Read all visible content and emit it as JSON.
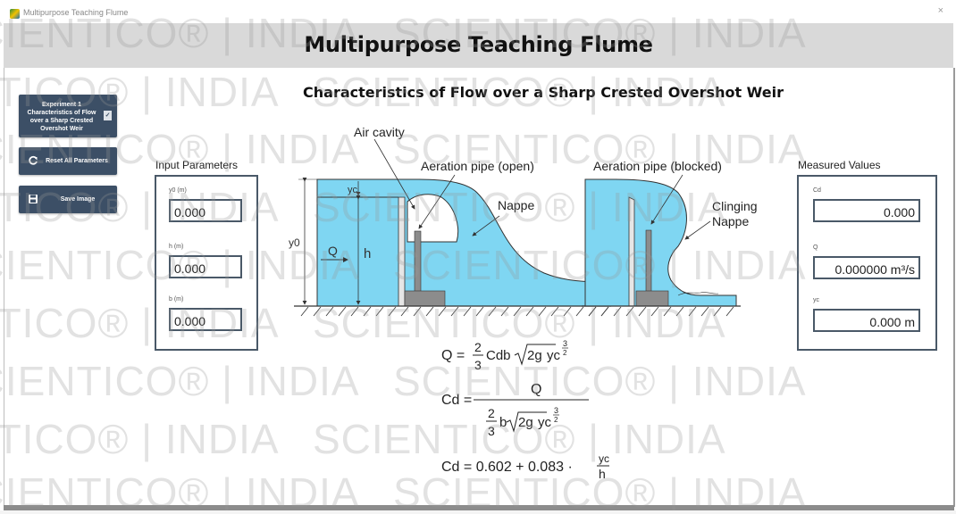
{
  "window": {
    "title": "Multipurpose Teaching Flume",
    "close_glyph": "×"
  },
  "header": {
    "title": "Multipurpose Teaching Flume"
  },
  "sidebar": {
    "experiment_select": {
      "label": "Experiment 1 Characteristics of Flow over a Sharp Crested Overshot Weir",
      "check_glyph": "✓"
    },
    "reset_button": {
      "label": "Reset All Parameters",
      "icon": "refresh-icon",
      "glyph": "⟳"
    },
    "save_button": {
      "label": "Save Image",
      "icon": "floppy-disk-icon",
      "glyph": "🖫"
    }
  },
  "main": {
    "subtitle": "Characteristics of Flow over a Sharp Crested Overshot Weir",
    "input_panel": {
      "title": "Input Parameters",
      "fields": [
        {
          "label": "y0 (m)",
          "value": "0.000"
        },
        {
          "label": "h (m)",
          "value": "0.000"
        },
        {
          "label": "b (m)",
          "value": "0.000"
        }
      ]
    },
    "measured_panel": {
      "title": "Measured Values",
      "fields": [
        {
          "label": "Cd",
          "value": "0.000"
        },
        {
          "label": "Q",
          "value": "0.000000 m³/s"
        },
        {
          "label": "yc",
          "value": "0.000 m"
        }
      ]
    },
    "diagram": {
      "labels": {
        "air_cavity": "Air cavity",
        "aeration_open": "Aeration pipe (open)",
        "nappe": "Nappe",
        "aeration_blocked": "Aeration pipe (blocked)",
        "clinging_nappe_1": "Clinging",
        "clinging_nappe_2": "Nappe",
        "yc": "yc",
        "y0": "y0",
        "h": "h",
        "q": "Q"
      },
      "colors": {
        "water": "#7fd6f2",
        "weir": "#e6e6e6",
        "pipe": "#8c8c8c",
        "outline": "#333333"
      }
    },
    "equations": {
      "eq1": "Q = (2/3) Cd b √(2g) yc^(3/2)",
      "eq2": "Cd = Q / ((2/3) b √(2g) yc^(3/2))",
      "eq3": "Cd = 0.602 + 0.083 · yc/h",
      "eq1_parts": {
        "lhs": "Q =",
        "num": "2",
        "den": "3",
        "mid": "Cdb",
        "root": "2g",
        "var": "yc",
        "exp_num": "3",
        "exp_den": "2"
      },
      "eq2_parts": {
        "lhs": "Cd =",
        "top": "Q",
        "num": "2",
        "den": "3",
        "mid": "b",
        "root": "2g",
        "var": "yc",
        "exp_num": "3",
        "exp_den": "2"
      },
      "eq3_parts": {
        "lhs": "Cd = 0.602 + 0.083 ·",
        "num": "yc",
        "den": "h"
      }
    }
  },
  "watermark": {
    "text": "SCIENTICO® | INDIA"
  }
}
